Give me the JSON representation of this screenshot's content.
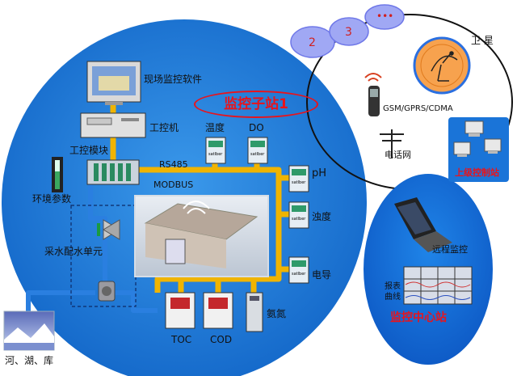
{
  "substation": {
    "title": "监控子站1",
    "software": "现场监控软件",
    "ipc": "工控机",
    "module": "工控模块",
    "env": "环境参数",
    "sampling": "采水配水单元",
    "source": "河、湖、库",
    "rs485": "RS485",
    "modbus": "MODBUS",
    "temp": "温度",
    "do": "DO",
    "ph": "pH",
    "turbidity": "浊度",
    "conductivity": "电导",
    "toc": "TOC",
    "cod": "COD",
    "ammonia": "氨氮"
  },
  "comm": {
    "gsm": "GSM/GPRS/CDMA",
    "phone_net": "电话网",
    "satellite": "卫 星",
    "bubbles": [
      "2",
      "3",
      "•••"
    ]
  },
  "upper": {
    "label": "上级控制站"
  },
  "center": {
    "remote": "远程监控",
    "report": "报表",
    "curve": "曲线",
    "title": "监控中心站"
  },
  "colors": {
    "big_circle": "#1a7fd6",
    "pipe_yellow": "#f0b400",
    "pipe_blue": "#2a7fe0",
    "title_red": "#e8141c",
    "bubble_purple": "#8080f0"
  }
}
